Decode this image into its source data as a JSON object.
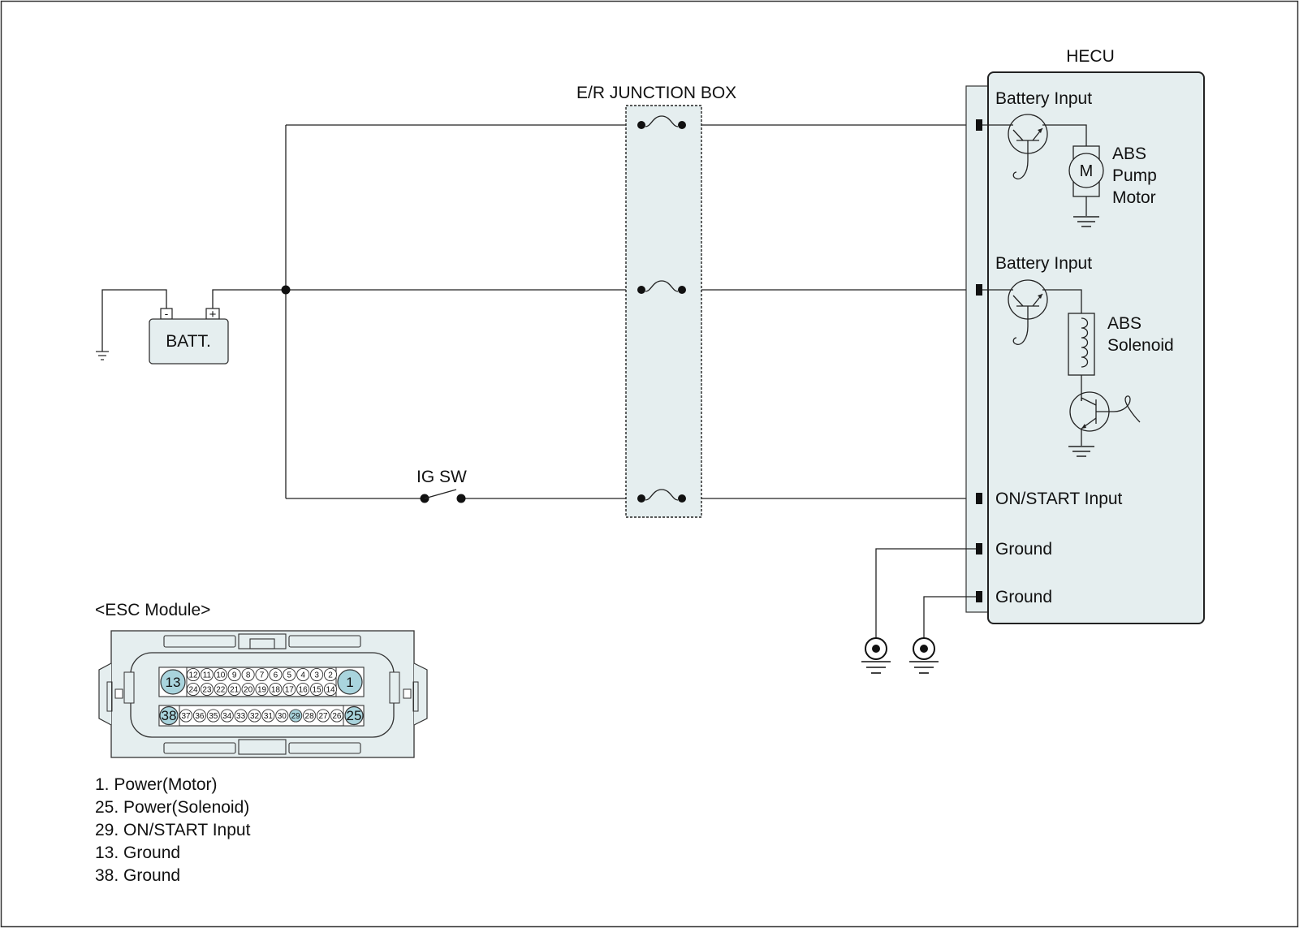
{
  "junction_box": {
    "title": "E/R JUNCTION BOX"
  },
  "battery": {
    "label": "BATT.",
    "neg": "-",
    "pos": "+"
  },
  "ig_switch": {
    "label": "IG SW"
  },
  "hecu": {
    "title": "HECU",
    "pins": {
      "battery_input_1": "Battery Input",
      "battery_input_2": "Battery Input",
      "on_start_input": "ON/START Input",
      "ground_1": "Ground",
      "ground_2": "Ground"
    },
    "motor_symbol": "M",
    "pump_motor_label": [
      "ABS",
      "Pump",
      "Motor"
    ],
    "solenoid_label": [
      "ABS",
      "Solenoid"
    ]
  },
  "connector": {
    "title": "<ESC Module>",
    "row1_left_big": "13",
    "row1_right_big": "1",
    "row1_small": [
      "12",
      "11",
      "10",
      "9",
      "8",
      "7",
      "6",
      "5",
      "4",
      "3",
      "2"
    ],
    "row2_small": [
      "24",
      "23",
      "22",
      "21",
      "20",
      "19",
      "18",
      "17",
      "16",
      "15",
      "14"
    ],
    "row3_left_big": "38",
    "row3_right_big": "25",
    "row3_small": [
      "37",
      "36",
      "35",
      "34",
      "33",
      "32",
      "31",
      "30",
      "29",
      "28",
      "27",
      "26"
    ],
    "highlight_pin": "29"
  },
  "pin_legend": [
    "1. Power(Motor)",
    "25. Power(Solenoid)",
    "29. ON/START Input",
    "13. Ground",
    "38. Ground"
  ],
  "colors": {
    "panel_fill": "#e5eeef",
    "pin_highlight": "#a9d4dd",
    "line": "#222222"
  }
}
